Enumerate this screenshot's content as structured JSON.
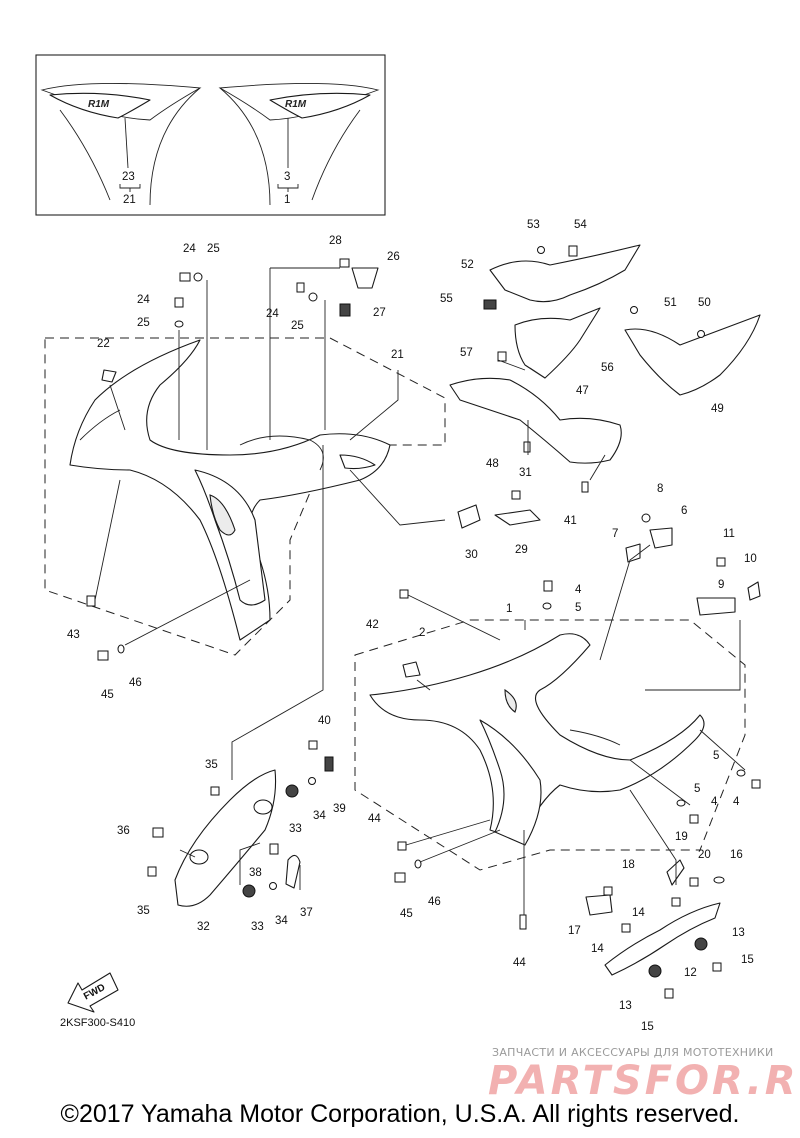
{
  "diagram": {
    "catalog_code": "2KSF300-S410",
    "fwd_label": "FWD",
    "inset_labels": {
      "left_top": "23",
      "left_bottom": "21",
      "right_top": "3",
      "right_bottom": "1"
    },
    "decal_text": "R1M",
    "callouts": [
      {
        "id": "c24a",
        "label": "24"
      },
      {
        "id": "c25a",
        "label": "25"
      },
      {
        "id": "c24b",
        "label": "24"
      },
      {
        "id": "c25b",
        "label": "25"
      },
      {
        "id": "c28",
        "label": "28"
      },
      {
        "id": "c26",
        "label": "26"
      },
      {
        "id": "c24c",
        "label": "24"
      },
      {
        "id": "c25c",
        "label": "25"
      },
      {
        "id": "c27",
        "label": "27"
      },
      {
        "id": "c22",
        "label": "22"
      },
      {
        "id": "c21",
        "label": "21"
      },
      {
        "id": "c53",
        "label": "53"
      },
      {
        "id": "c54",
        "label": "54"
      },
      {
        "id": "c52",
        "label": "52"
      },
      {
        "id": "c55",
        "label": "55"
      },
      {
        "id": "c51",
        "label": "51"
      },
      {
        "id": "c50",
        "label": "50"
      },
      {
        "id": "c57",
        "label": "57"
      },
      {
        "id": "c56",
        "label": "56"
      },
      {
        "id": "c49",
        "label": "49"
      },
      {
        "id": "c47",
        "label": "47"
      },
      {
        "id": "c48",
        "label": "48"
      },
      {
        "id": "c31",
        "label": "31"
      },
      {
        "id": "c41",
        "label": "41"
      },
      {
        "id": "c30",
        "label": "30"
      },
      {
        "id": "c29",
        "label": "29"
      },
      {
        "id": "c8",
        "label": "8"
      },
      {
        "id": "c6",
        "label": "6"
      },
      {
        "id": "c7",
        "label": "7"
      },
      {
        "id": "c11",
        "label": "11"
      },
      {
        "id": "c10",
        "label": "10"
      },
      {
        "id": "c9",
        "label": "9"
      },
      {
        "id": "c43",
        "label": "43"
      },
      {
        "id": "c45a",
        "label": "45"
      },
      {
        "id": "c46a",
        "label": "46"
      },
      {
        "id": "c4a",
        "label": "4"
      },
      {
        "id": "c5a",
        "label": "5"
      },
      {
        "id": "c42",
        "label": "42"
      },
      {
        "id": "c1",
        "label": "1"
      },
      {
        "id": "c2",
        "label": "2"
      },
      {
        "id": "c40",
        "label": "40"
      },
      {
        "id": "c35a",
        "label": "35"
      },
      {
        "id": "c39",
        "label": "39"
      },
      {
        "id": "c33a",
        "label": "33"
      },
      {
        "id": "c34a",
        "label": "34"
      },
      {
        "id": "c36",
        "label": "36"
      },
      {
        "id": "c38",
        "label": "38"
      },
      {
        "id": "c35b",
        "label": "35"
      },
      {
        "id": "c32",
        "label": "32"
      },
      {
        "id": "c33b",
        "label": "33"
      },
      {
        "id": "c34b",
        "label": "34"
      },
      {
        "id": "c37",
        "label": "37"
      },
      {
        "id": "c44a",
        "label": "44"
      },
      {
        "id": "c45b",
        "label": "45"
      },
      {
        "id": "c46b",
        "label": "46"
      },
      {
        "id": "c44b",
        "label": "44"
      },
      {
        "id": "c5b",
        "label": "5"
      },
      {
        "id": "c4b",
        "label": "4"
      },
      {
        "id": "c5c",
        "label": "5"
      },
      {
        "id": "c4c",
        "label": "4"
      },
      {
        "id": "c19",
        "label": "19"
      },
      {
        "id": "c20",
        "label": "20"
      },
      {
        "id": "c16",
        "label": "16"
      },
      {
        "id": "c18",
        "label": "18"
      },
      {
        "id": "c17",
        "label": "17"
      },
      {
        "id": "c14a",
        "label": "14"
      },
      {
        "id": "c14b",
        "label": "14"
      },
      {
        "id": "c13a",
        "label": "13"
      },
      {
        "id": "c12",
        "label": "12"
      },
      {
        "id": "c15a",
        "label": "15"
      },
      {
        "id": "c13b",
        "label": "13"
      },
      {
        "id": "c15b",
        "label": "15"
      }
    ]
  },
  "watermark": {
    "tagline": "ЗАПЧАСТИ И АКСЕССУАРЫ ДЛЯ МОТОТЕХНИКИ",
    "brand": "PARTSFOR.RU"
  },
  "footer": {
    "copyright": "©2017 Yamaha Motor Corporation, U.S.A. All rights reserved."
  }
}
